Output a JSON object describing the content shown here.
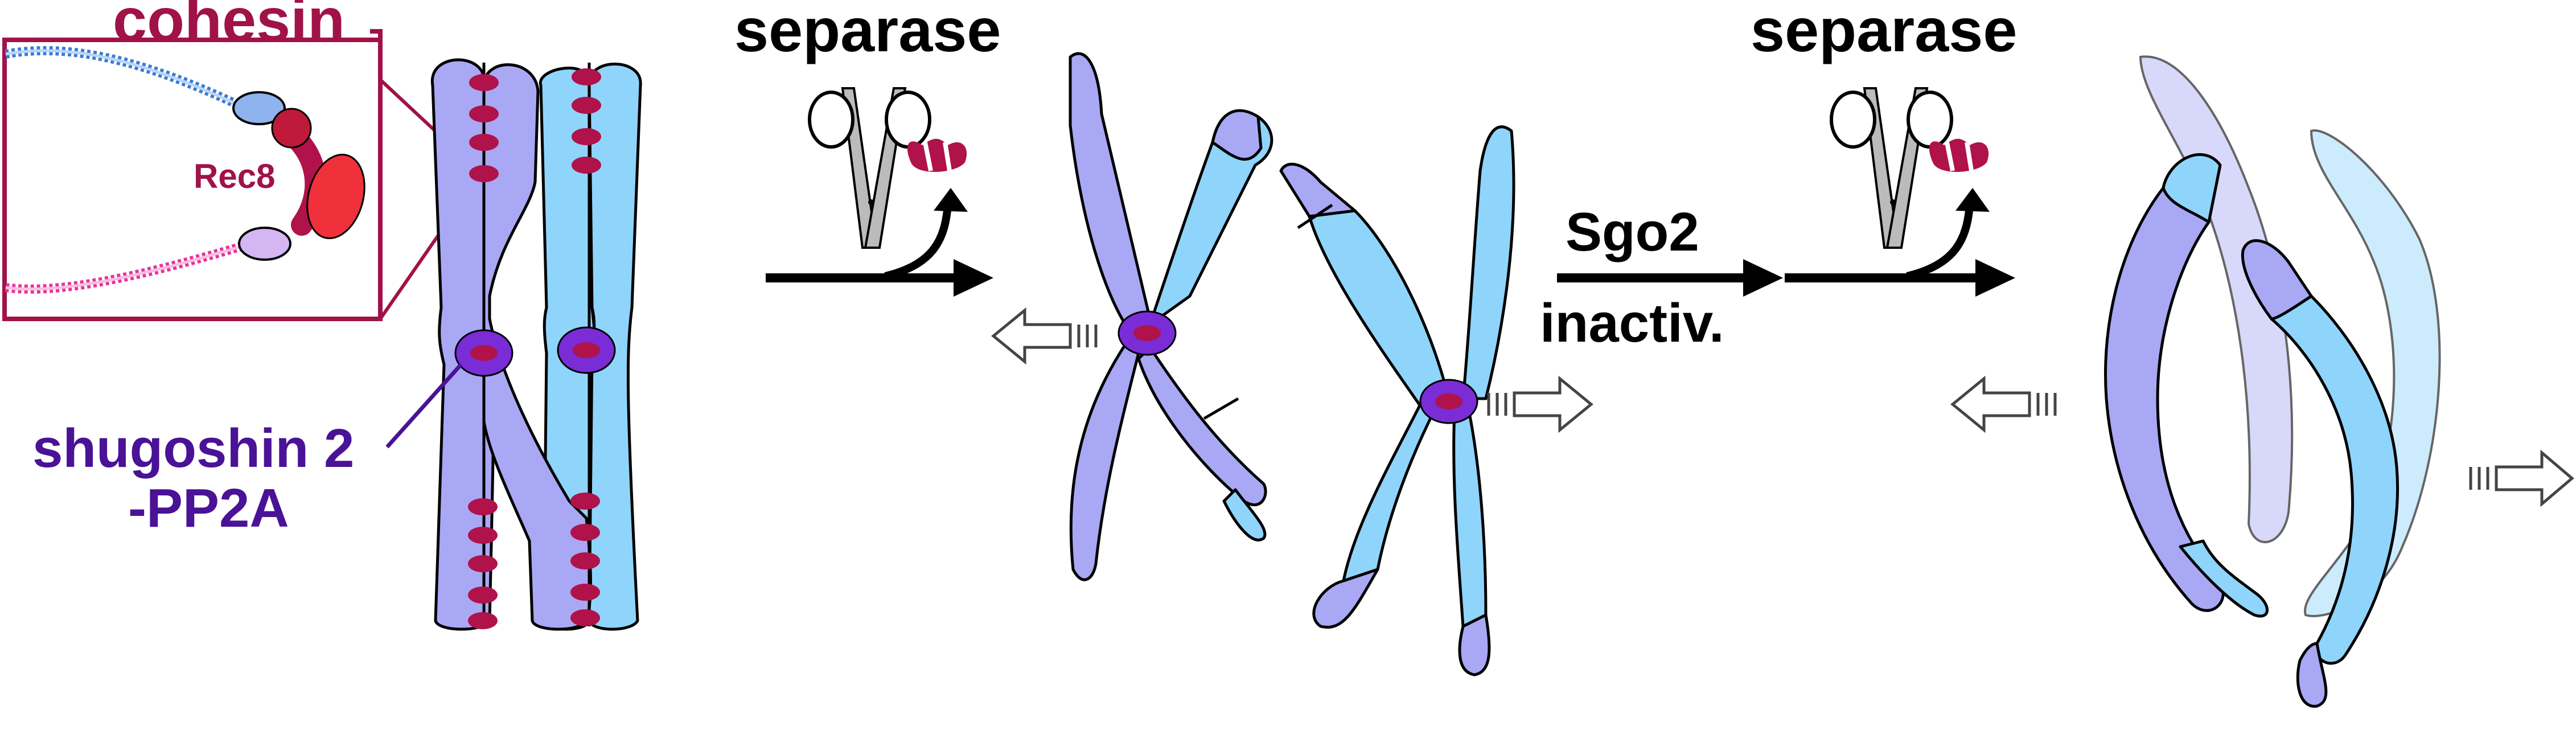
{
  "labels": {
    "cohesin": "cohesin",
    "rec8": "Rec8",
    "shugoshin_line1": "shugoshin 2",
    "shugoshin_line2": "-PP2A",
    "separase_1": "separase",
    "separase_2": "separase",
    "sgo2": "Sgo2",
    "inactiv": "inactiv."
  },
  "colors": {
    "lavender": "#a9a8f5",
    "sky": "#8fd4fb",
    "cohesin_red": "#b0124a",
    "centromere_purple": "#7a2cd6",
    "label_purple": "#4a1296",
    "label_crimson": "#a01248",
    "dna_blue": "#3a7bd5",
    "dna_pink": "#e8339a",
    "rec8_red": "#f0303a"
  }
}
